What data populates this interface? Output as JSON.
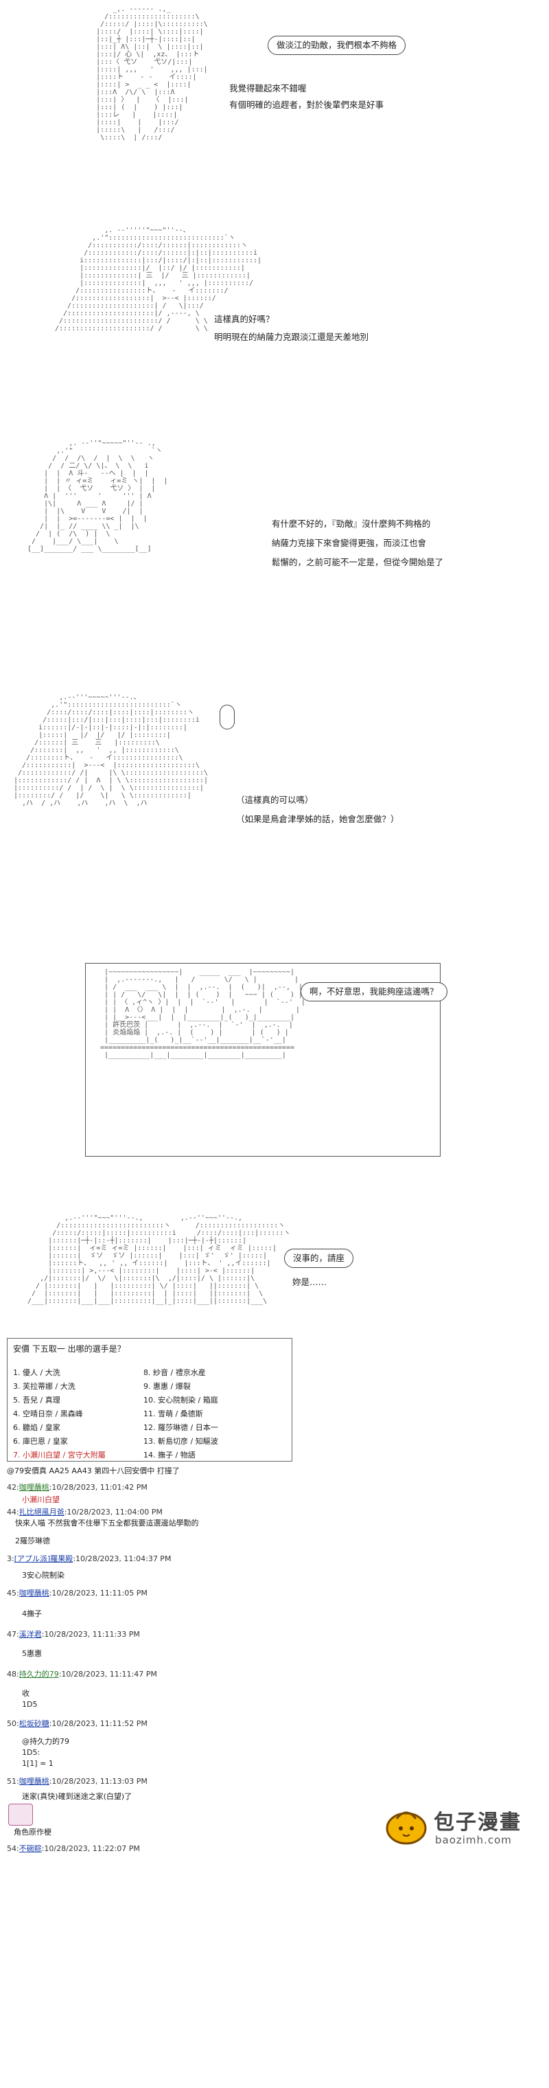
{
  "panels": [
    {
      "lines": [
        "我覺得聽起來不錯喔",
        "有個明確的追趕者，對於後輩們來是好事"
      ],
      "bubble": "做淡江的勁敵，我們根本不夠格"
    },
    {
      "lines": [
        "這樣真的好嗎？",
        "明明現在的納薩力克跟淡江還是天差地別"
      ]
    },
    {
      "lines": [
        "有什麼不好的，『勁敵』沒什麼夠不夠格的",
        "納薩力克接下來會變得更強，而淡江也會",
        "鬆懈的，之前可能不一定是，但從今開始是了"
      ]
    },
    {
      "lines": [
        "（這樣真的可以嗎）",
        "（如果是鳥倉津學姊的話，她會怎麼做？）"
      ]
    },
    {
      "bubble": "啊，不好意思，我能夠座這邊嗎？"
    },
    {
      "lines": [
        "沒事的，請座",
        "妳是……"
      ]
    }
  ],
  "vote": {
    "title": "安價 下五取一 出哪的選手是？",
    "left": [
      "1. 優人 / 大洗",
      "3. 芙拉蒂娜 / 大洗",
      "5. 吾兒 / 真理",
      "4. 空晴日奈 / 黑森峰",
      "6. 聽焰 / 皇家",
      "6. 庫巴恩 / 皇家",
      "7. 小瀬川白望 / 宮守大附屬"
    ],
    "right": [
      "8. 紗音 / 禮京水産",
      "9. 惠惠 / 爆裂",
      "10. 安心院制染 / 箱庭",
      "11. 雪萌 / 桑德斯",
      "12. 羅莎琳德 / 日本一",
      "13. 斬島切彦 / 知驅波",
      "14. 撫子 / 物語"
    ]
  },
  "posts": [
    {
      "head": "@79安價真 AA25 AA43 第四十八回安價中 打撞了"
    },
    {
      "num": "42:",
      "name": "咖哩蘸桃",
      "date": ":10/28/2023, 11:01:42 PM",
      "body": [
        "小瀬川白望"
      ],
      "red": true
    },
    {
      "num": "44:",
      "name": "扎比絕風月爸",
      "date": ":10/28/2023, 11:04:00 PM",
      "body": [
        "快來人喵 不然我會不住舉下五全都我要這選邊站學勳的"
      ]
    },
    {
      "body": [
        "2羅莎琳德"
      ]
    },
    {
      "num": "3:",
      "name": "[アプル派]羅果殿",
      "date": ":10/28/2023, 11:04:37 PM",
      "body": [
        "3安心院制染"
      ]
    },
    {
      "num": "45:",
      "name": "咖哩蘸桃",
      "date": ":10/28/2023, 11:11:05 PM",
      "body": [
        "4撫子"
      ]
    },
    {
      "num": "47:",
      "name": "溪洋君",
      "date": ":10/28/2023, 11:11:33 PM",
      "body": [
        "5惠惠"
      ]
    },
    {
      "num": "48:",
      "name": "持久力的79",
      "date": ":10/28/2023, 11:11:47 PM",
      "body": [
        "收",
        "1D5"
      ]
    },
    {
      "num": "50:",
      "name": "松坂砂糖",
      "date": ":10/28/2023, 11:11:52 PM",
      "body": [
        "@持久力的79",
        "1D5:",
        "1[1] = 1"
      ]
    },
    {
      "num": "51:",
      "name": "咖哩蘸桃",
      "date": ":10/28/2023, 11:13:03 PM",
      "body": [
        "迷家(真快)確到迷途之家(白望)了"
      ]
    },
    {
      "body": [
        "角色原作梗"
      ]
    },
    {
      "num": "54:",
      "name": "不碗粽",
      "date": ":10/28/2023, 11:22:07 PM"
    }
  ],
  "watermark": {
    "title": "包子漫畫",
    "url": "baozimh.com"
  }
}
